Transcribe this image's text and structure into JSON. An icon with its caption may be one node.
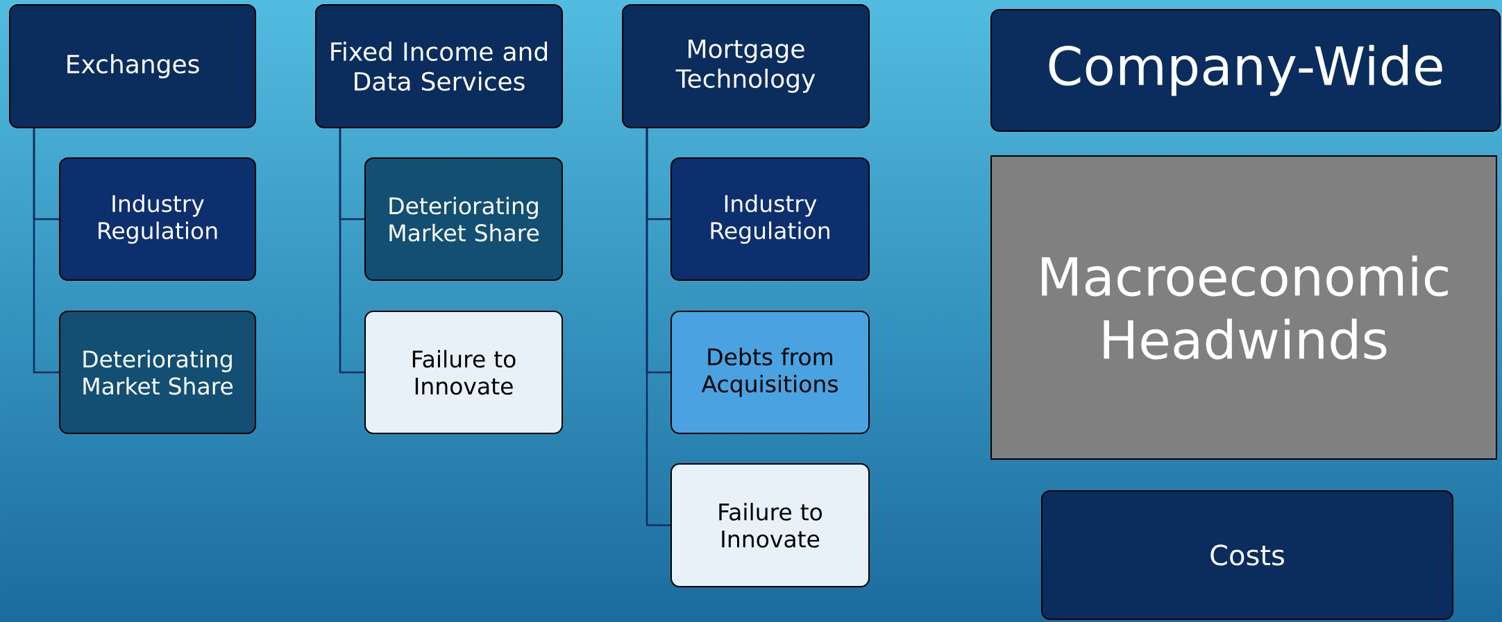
{
  "diagram": {
    "nodes": [
      {
        "text": [
          "Exchanges"
        ]
      },
      {
        "text": [
          "Industry Regulation"
        ]
      },
      {
        "text": [
          "Deteriorating Market Share"
        ]
      },
      {
        "text": [
          "Fixed Income and Data Services"
        ]
      },
      {
        "text": [
          "Deteriorating Market Share"
        ]
      },
      {
        "text": [
          "Failure to Innovate"
        ]
      },
      {
        "text": [
          "Mortgage Technology"
        ]
      },
      {
        "text": [
          "Industry Regulation"
        ]
      },
      {
        "text": [
          "Debts from Acquisitions"
        ]
      },
      {
        "text": [
          "Failure to Innovate"
        ]
      },
      {
        "text": [
          "Company-Wide"
        ]
      },
      {
        "text": [
          "Macroeconomic Headwinds"
        ]
      },
      {
        "text": [
          "Costs"
        ]
      }
    ],
    "edges": [
      {
        "from": 0,
        "to": 1,
        "arrow": "none"
      },
      {
        "from": 0,
        "to": 2,
        "arrow": "none"
      },
      {
        "from": 3,
        "to": 4,
        "arrow": "none"
      },
      {
        "from": 3,
        "to": 5,
        "arrow": "none"
      },
      {
        "from": 6,
        "to": 7,
        "arrow": "none"
      },
      {
        "from": 6,
        "to": 8,
        "arrow": "none"
      },
      {
        "from": 6,
        "to": 9,
        "arrow": "none"
      }
    ]
  }
}
